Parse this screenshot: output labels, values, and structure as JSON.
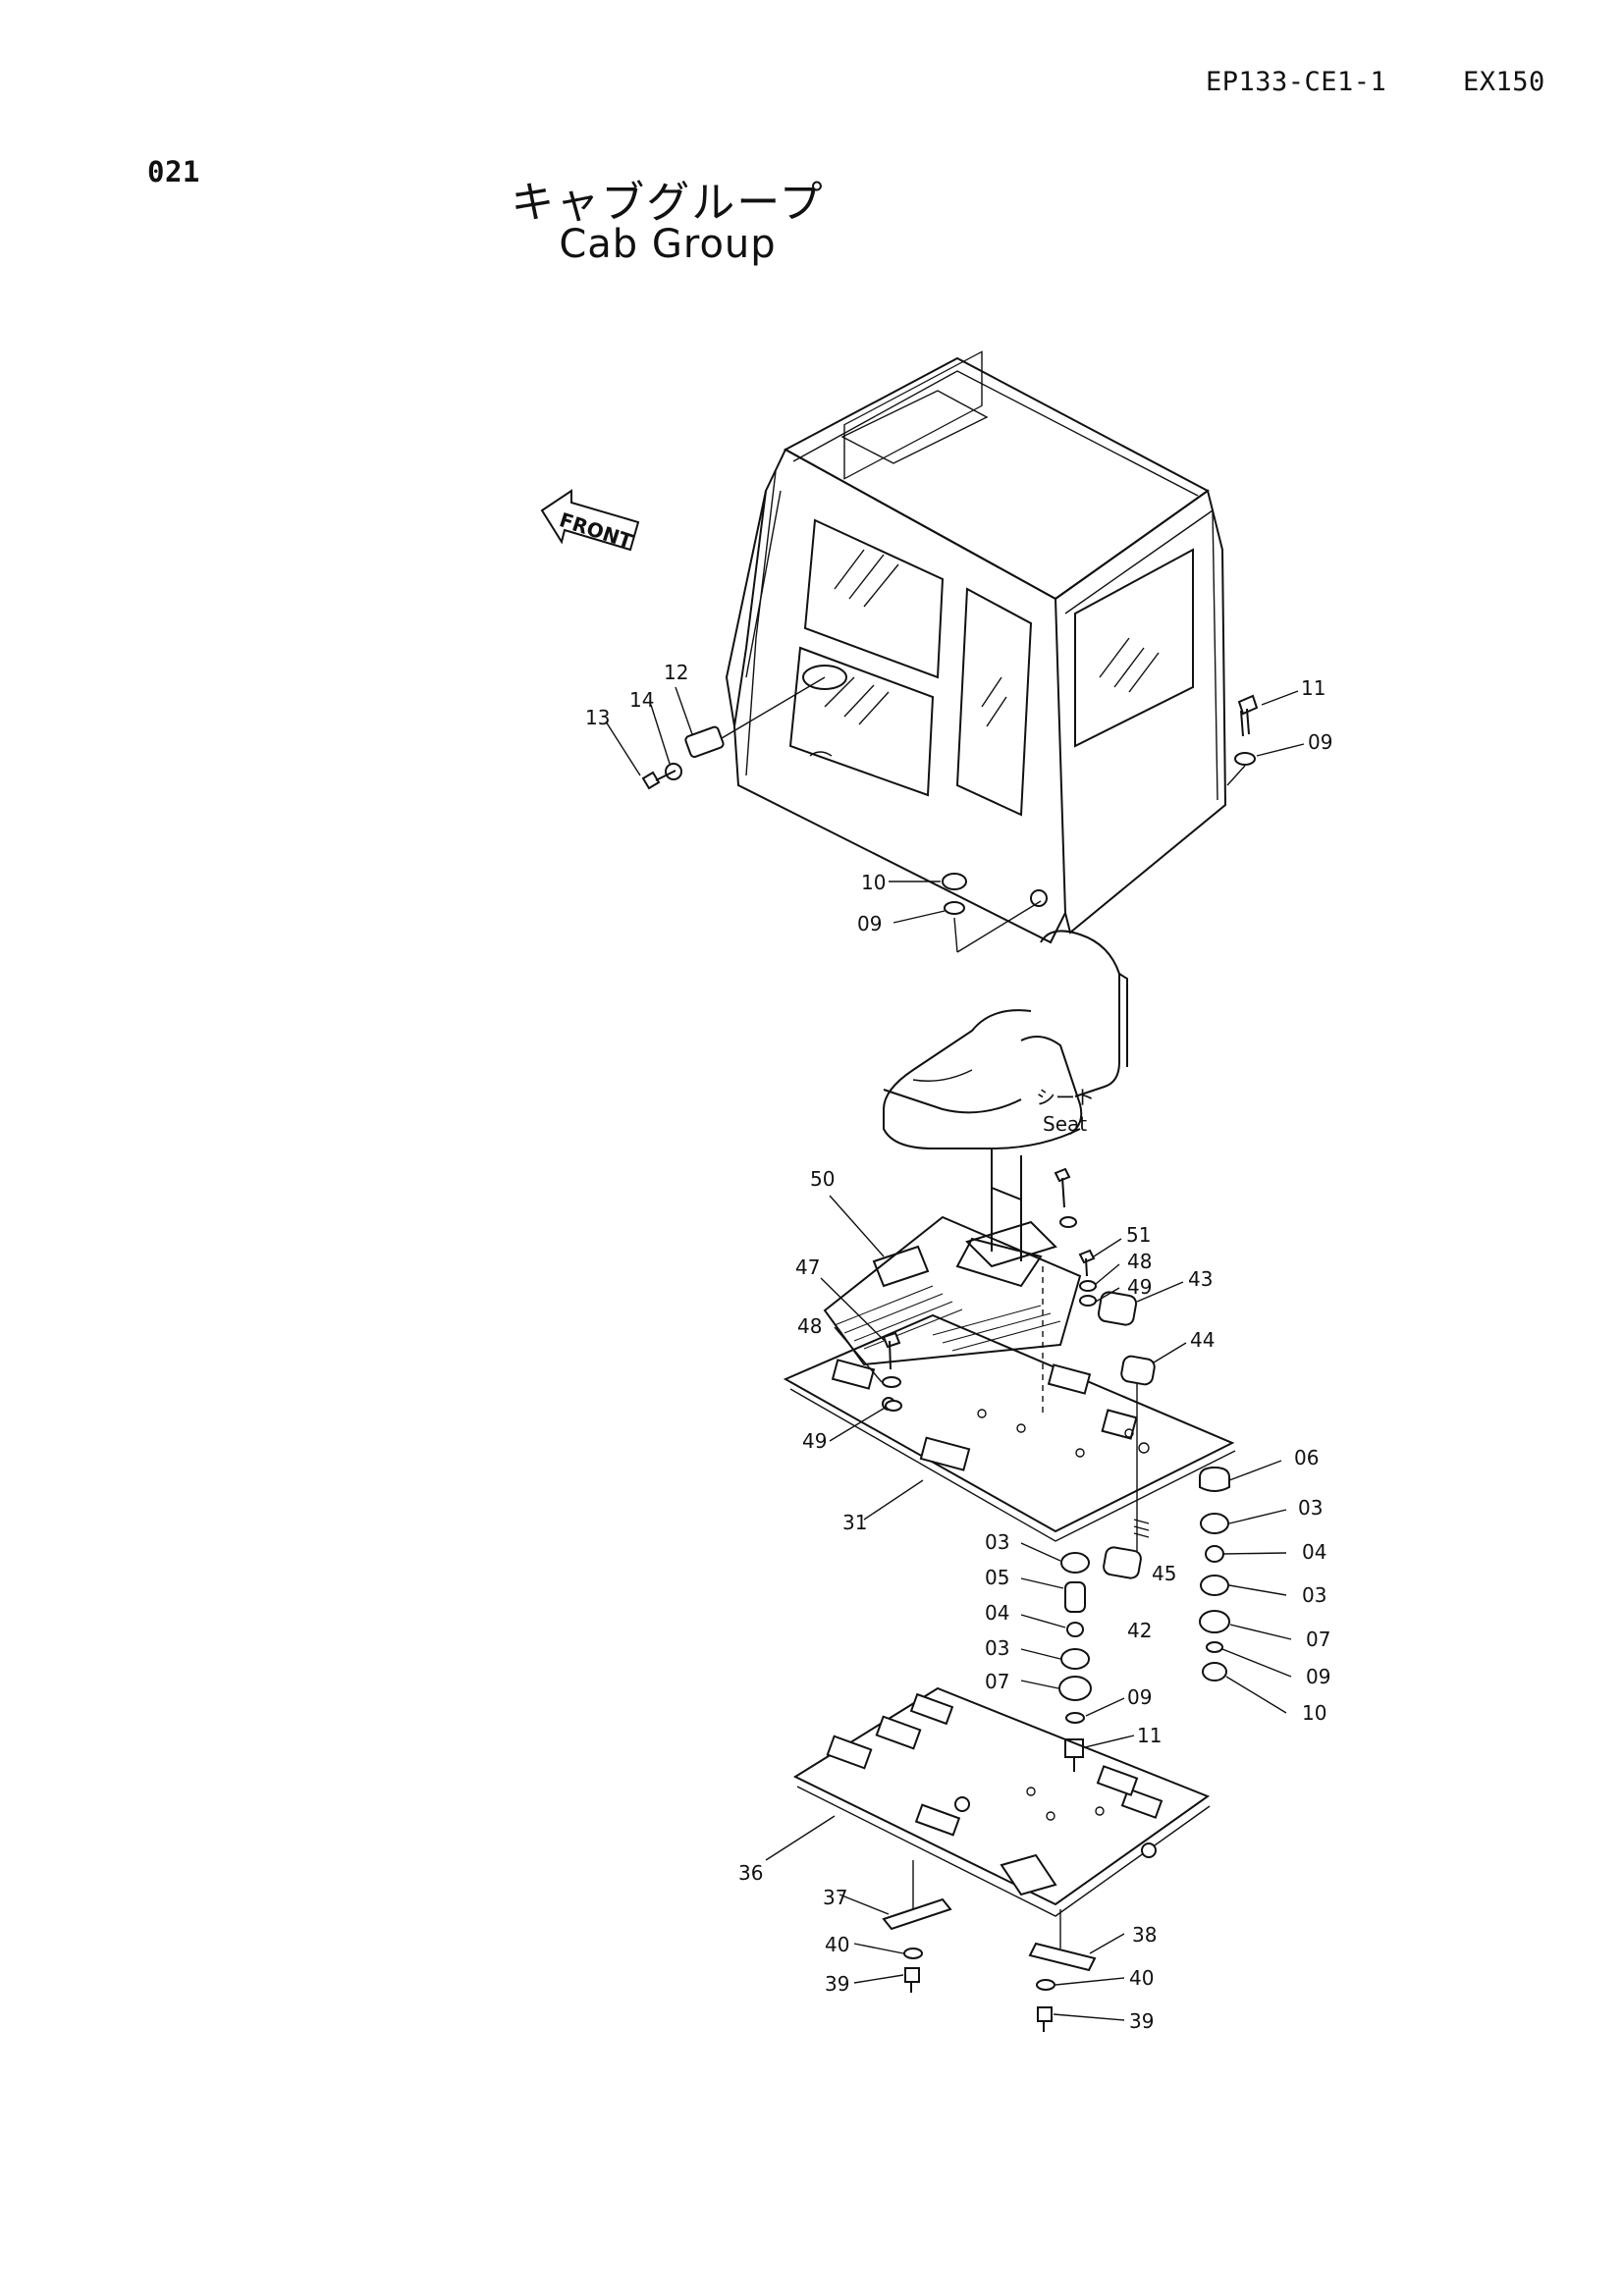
{
  "header": {
    "page_number": "021",
    "doc_code": "EP133-CE1-1",
    "model": "EX150"
  },
  "title": {
    "japanese": "キャブグループ",
    "english": "Cab Group"
  },
  "diagram": {
    "front_arrow": "FRONT",
    "seat_label_jp": "シート",
    "seat_label_en": "Seat",
    "callouts": {
      "c11a": "11",
      "c09a": "09",
      "c12": "12",
      "c14": "14",
      "c13": "13",
      "c10a": "10",
      "c09b": "09",
      "c50": "50",
      "c51": "51",
      "c47": "47",
      "c48a": "48",
      "c48b": "48",
      "c49a": "49",
      "c49b": "49",
      "c43": "43",
      "c44": "44",
      "c31": "31",
      "c06": "06",
      "c03a": "03",
      "c04a": "04",
      "c03b": "03",
      "c07a": "07",
      "c09c": "09",
      "c10b": "10",
      "c45": "45",
      "c42": "42",
      "c03c": "03",
      "c05": "05",
      "c04b": "04",
      "c03d": "03",
      "c07b": "07",
      "c09d": "09",
      "c11b": "11",
      "c36": "36",
      "c37": "37",
      "c38": "38",
      "c40a": "40",
      "c40b": "40",
      "c39a": "39",
      "c39b": "39"
    }
  }
}
